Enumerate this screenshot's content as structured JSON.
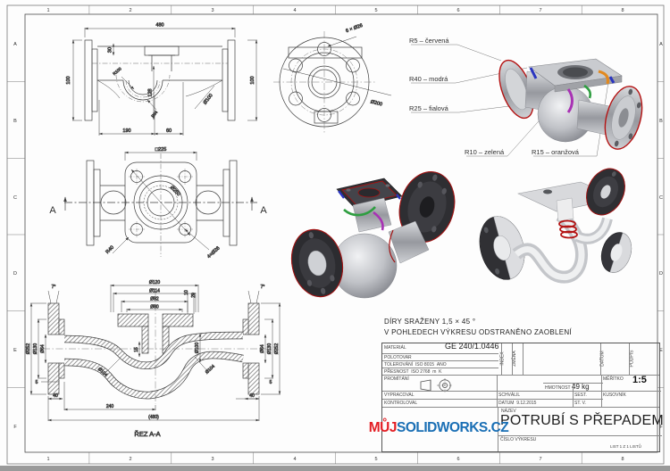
{
  "frame": {
    "cols": [
      "1",
      "2",
      "3",
      "4",
      "5",
      "6",
      "7",
      "8"
    ],
    "rows": [
      "A",
      "B",
      "C",
      "D",
      "E",
      "F"
    ]
  },
  "front_view": {
    "dims": {
      "overall": "480",
      "h_left": "100",
      "h_right": "100",
      "top_offset": "30",
      "mid": "128",
      "pipe": "Ø100",
      "b1": "190",
      "b2": "60",
      "r1": "R100",
      "r2": "R64"
    }
  },
  "top_view": {
    "dims": {
      "square": "□225",
      "diag": "Ø250",
      "corner": "R40",
      "holes": "4×Ø26"
    },
    "section_letter": "A"
  },
  "flange_view": {
    "dims": {
      "holes": "6 × Ø26",
      "circle": "Ø200"
    }
  },
  "section_view": {
    "caption": "ŘEZ A-A",
    "dims": {
      "d120": "Ø120",
      "d114": "Ø114",
      "d92": "Ø92",
      "d80": "Ø80",
      "t10": "10",
      "t20": "20",
      "a7l": "7°",
      "a7r": "7°",
      "d252l": "Ø252",
      "d130l": "Ø130",
      "d64l": "Ø64",
      "d104l": "Ø104",
      "n15": "15",
      "d100": "Ø100",
      "d104r": "Ø104",
      "d64r": "Ø64",
      "d130r": "Ø130",
      "d252r": "Ø252",
      "b5l": "5",
      "b40l": "40",
      "b5r": "5",
      "b40r": "40",
      "b240": "240",
      "b480": "(480)"
    }
  },
  "legend": {
    "items": [
      {
        "label": "R5 – červená",
        "color": "#b51313"
      },
      {
        "label": "R40 – modrá",
        "color": "#2a35c0"
      },
      {
        "label": "R25 – fialová",
        "color": "#a832b4"
      },
      {
        "label": "R10 – zelená",
        "color": "#2f9e41"
      },
      {
        "label": "R15 – oranžová",
        "color": "#e2891f"
      }
    ]
  },
  "notes": {
    "line1": "DÍRY SRAŽENY 1,5 × 45 °",
    "line2": "V POHLEDECH VÝKRESU ODSTRANĚNO ZAOBLENÍ"
  },
  "title_block": {
    "material_label": "MATERIÁL",
    "material_value": "GE 240/1.0446",
    "polotovar_label": "POLOTOVAR",
    "tolerovani_label": "TOLEROVÁNÍ",
    "tolerovani_value": "ISO 8015",
    "tolerovani_value2": "ANO",
    "presnost_label": "PŘESNOST",
    "presnost_value": "ISO 2768",
    "presnost_m": "m",
    "presnost_k": "K",
    "promitani_label": "PROMÍTÁNÍ",
    "index_label": "INDEX",
    "zmena_label": "ZMĚNA",
    "datum_col_label": "DATUM",
    "podpis_label": "PODPIS",
    "vypracoval_label": "VYPRACOVAL",
    "schvalil_label": "SCHVÁLIL",
    "kontroloval_label": "KONTROLOVAL",
    "datum_label": "DATUM",
    "datum_value": "9.12.2015",
    "hmotnost_label": "HMOTNOST",
    "hmotnost_value": "49 kg",
    "meritko_label": "MĚŘÍTKO",
    "meritko_value": "1:5",
    "sest_label": "SEST.",
    "stv_label": "ST. V.",
    "kusovnik_label": "KUSOVNÍK",
    "nazev_label": "NÁZEV",
    "nazev_value": "POTRUBÍ S PŘEPADEM",
    "cislo_label": "ČÍSLO VÝKRESU",
    "list_label": "LIST 1 Z 1 LISTŮ"
  },
  "logo": {
    "muj": "MŮJ",
    "rest": "SOLIDWORKS.CZ",
    "muj_color": "#e31e24",
    "rest_color": "#1a6fb5"
  }
}
